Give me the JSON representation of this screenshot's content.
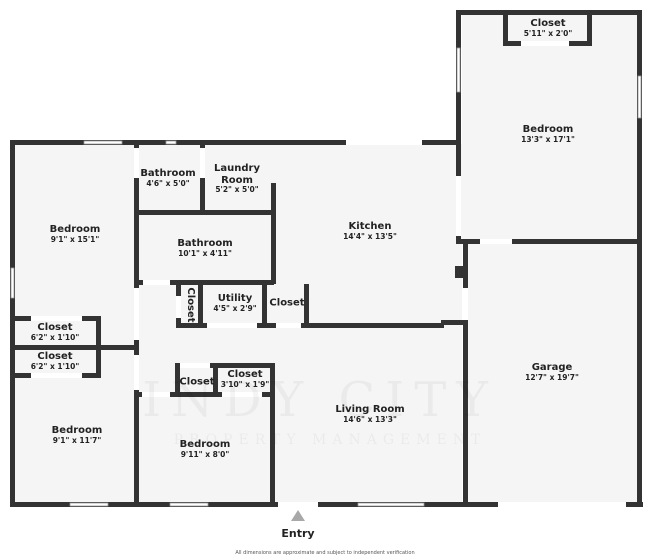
{
  "plan": {
    "rooms": [
      {
        "id": "bedroom-master",
        "name": "Bedroom",
        "dims": "13'3\" x 17'1\""
      },
      {
        "id": "closet-master",
        "name": "Closet",
        "dims": "5'11\" x 2'0\""
      },
      {
        "id": "bedroom-west",
        "name": "Bedroom",
        "dims": "9'1\" x 15'1\""
      },
      {
        "id": "bathroom-small",
        "name": "Bathroom",
        "dims": "4'6\" x 5'0\""
      },
      {
        "id": "laundry",
        "name": "Laundry Room",
        "name_line1": "Laundry",
        "name_line2": "Room",
        "dims": "5'2\" x 5'0\""
      },
      {
        "id": "bathroom-main",
        "name": "Bathroom",
        "dims": "10'1\" x 4'11\""
      },
      {
        "id": "kitchen",
        "name": "Kitchen",
        "dims": "14'4\" x 13'5\""
      },
      {
        "id": "closet-vertical",
        "name": "Closet",
        "dims": ""
      },
      {
        "id": "utility",
        "name": "Utility",
        "dims": "4'5\" x 2'9\""
      },
      {
        "id": "closet-hall",
        "name": "Closet",
        "dims": ""
      },
      {
        "id": "closet-west-1",
        "name": "Closet",
        "dims": "6'2\" x 1'10\""
      },
      {
        "id": "closet-west-2",
        "name": "Closet",
        "dims": "6'2\" x 1'10\""
      },
      {
        "id": "closet-small",
        "name": "Closet",
        "dims": ""
      },
      {
        "id": "closet-bed3",
        "name": "Closet",
        "dims": "3'10\" x 1'9\""
      },
      {
        "id": "bedroom-southwest",
        "name": "Bedroom",
        "dims": "9'1\" x 11'7\""
      },
      {
        "id": "bedroom-south",
        "name": "Bedroom",
        "dims": "9'11\" x 8'0\""
      },
      {
        "id": "living",
        "name": "Living Room",
        "dims": "14'6\" x 13'3\""
      },
      {
        "id": "garage",
        "name": "Garage",
        "dims": "12'7\" x 19'7\""
      }
    ],
    "entry_label": "Entry",
    "footnote": "All dimensions are approximate and subject to independent verification",
    "watermark": {
      "main": "INDY CITY",
      "sub": "PROPERTY MANAGEMENT"
    },
    "colors": {
      "wall": "#333333",
      "floor": "#f5f5f5",
      "entry_arrow": "#a8a8a8"
    }
  }
}
